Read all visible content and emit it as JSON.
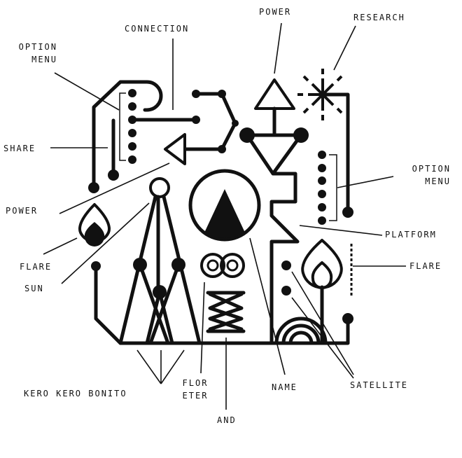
{
  "colors": {
    "ink": "#111111",
    "paper": "#ffffff"
  },
  "labels": {
    "connection": "CONNECTION",
    "power_top": "POWER",
    "research": "RESEARCH",
    "option_menu_left": [
      "OPTION",
      "MENU"
    ],
    "share": "SHARE",
    "option_menu_right": [
      "OPTION",
      "MENU"
    ],
    "power_left": "POWER",
    "platform": "PLATFORM",
    "flare_left": "FLARE",
    "sun": "SUN",
    "flare_right": "FLARE",
    "band": "KERO KERO BONITO",
    "flor_eter": [
      "FLOR",
      "ETER"
    ],
    "and": "AND",
    "name": "NAME",
    "satellite": "SATELLITE"
  }
}
